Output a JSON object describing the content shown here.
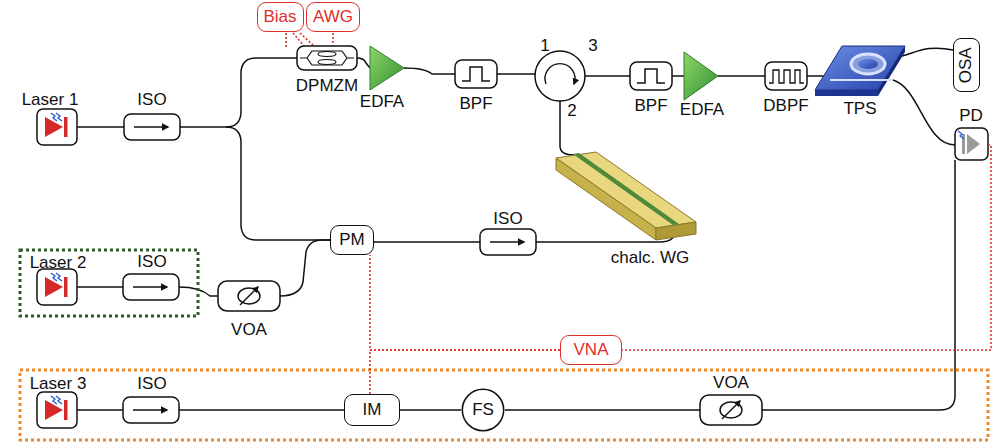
{
  "diagram": {
    "nodes": [
      {
        "text": [
          "Bias"
        ]
      },
      {
        "text": [
          "AWG"
        ]
      },
      {
        "text": [
          "OSA"
        ]
      },
      {
        "text": [
          "PM"
        ]
      },
      {
        "text": [
          "VNA"
        ]
      },
      {
        "text": [
          "IM"
        ]
      },
      {
        "text": [
          "FS"
        ]
      }
    ],
    "edges": [
      {
        "from": 4,
        "to": 3,
        "arrow": "none"
      },
      {
        "from": 4,
        "to": 5,
        "arrow": "none"
      },
      {
        "from": 5,
        "to": 6,
        "arrow": "none"
      }
    ],
    "labels": [
      "Laser 1",
      "ISO",
      "DPMZM",
      "EDFA",
      "BPF",
      "1",
      "3",
      "2",
      "BPF",
      "EDFA",
      "DBPF",
      "TPS",
      "PD",
      "ISO",
      "chalc. WG",
      "Laser 2",
      "ISO",
      "VOA",
      "Laser 3",
      "ISO",
      "VOA"
    ]
  }
}
